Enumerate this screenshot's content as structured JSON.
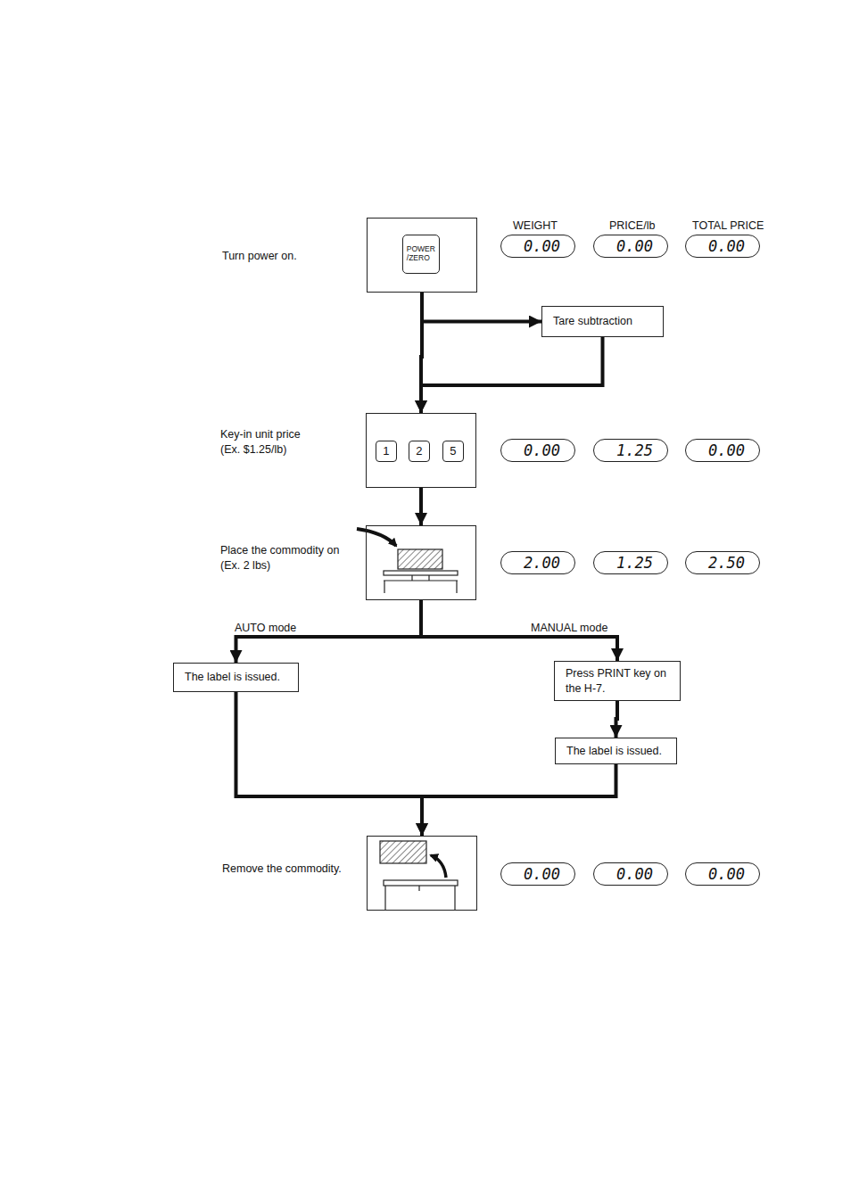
{
  "diagram": {
    "nodes": [
      {
        "text": [
          "Turn power on."
        ]
      },
      {
        "text": [
          "POWER /ZERO"
        ],
        "in": 0
      },
      {
        "text": [
          "Tare subtraction"
        ]
      },
      {
        "text": [
          "Key-in unit price (Ex. $1.25/lb)"
        ]
      },
      {
        "text": [
          "1"
        ],
        "in": 3
      },
      {
        "text": [
          "2"
        ],
        "in": 3
      },
      {
        "text": [
          "5"
        ],
        "in": 3
      },
      {
        "text": [
          "Place the commodity on (Ex. 2 lbs)"
        ]
      },
      {
        "text": [
          "The label is issued."
        ]
      },
      {
        "text": [
          "Press PRINT key on the H-7."
        ]
      },
      {
        "text": [
          "The label is issued."
        ]
      },
      {
        "text": [
          "Remove the commodity."
        ]
      },
      {
        "text": [
          "0.00"
        ]
      },
      {
        "text": [
          "0.00"
        ]
      },
      {
        "text": [
          "0.00"
        ]
      },
      {
        "text": [
          "0.00"
        ]
      },
      {
        "text": [
          "1.25"
        ]
      },
      {
        "text": [
          "0.00"
        ]
      },
      {
        "text": [
          "2.00"
        ]
      },
      {
        "text": [
          "1.25"
        ]
      },
      {
        "text": [
          "2.50"
        ]
      },
      {
        "text": [
          "0.00"
        ]
      },
      {
        "text": [
          "0.00"
        ]
      },
      {
        "text": [
          "0.00"
        ]
      }
    ],
    "edges": [
      {
        "from": 0,
        "to": 2,
        "arrow": "to"
      },
      {
        "from": 2,
        "to": 3,
        "arrow": "to"
      },
      {
        "from": 0,
        "to": 3,
        "arrow": "to"
      },
      {
        "from": 3,
        "to": 7,
        "arrow": "to"
      },
      {
        "from": 7,
        "to": 8,
        "arrow": "to"
      },
      {
        "from": 7,
        "to": 9,
        "arrow": "to"
      },
      {
        "from": 9,
        "to": 10,
        "arrow": "to"
      },
      {
        "from": 8,
        "to": 11,
        "arrow": "to"
      },
      {
        "from": 10,
        "to": 11,
        "arrow": "to"
      }
    ],
    "labels": [
      "WEIGHT",
      "PRICE/lb",
      "TOTAL PRICE",
      "AUTO mode",
      "MANUAL mode"
    ]
  }
}
